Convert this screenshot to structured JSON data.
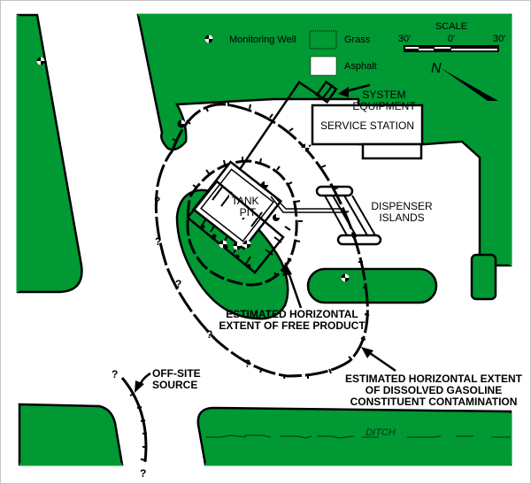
{
  "map": {
    "type": "site-plan",
    "colors": {
      "grass": "#009933",
      "asphalt": "#ffffff",
      "outline": "#000000",
      "border": "#888888"
    },
    "legend": {
      "items": [
        {
          "label": "Monitoring Well",
          "icon": "monitoring-well-icon"
        },
        {
          "label": "Grass",
          "icon": "grass-swatch"
        },
        {
          "label": "Asphalt",
          "icon": "asphalt-swatch"
        }
      ],
      "scale": {
        "title": "SCALE",
        "ticks": [
          "30'",
          "0'",
          "30'"
        ]
      },
      "north_label": "N"
    },
    "labels": {
      "system_equipment": [
        "SYSTEM",
        "EQUIPMENT"
      ],
      "service_station": "SERVICE STATION",
      "tank_pit": [
        "TANK",
        "PIT"
      ],
      "dispenser_islands": [
        "DISPENSER",
        "ISLANDS"
      ],
      "free_product": [
        "ESTIMATED HORIZONTAL",
        "EXTENT OF FREE PRODUCT"
      ],
      "dissolved": [
        "ESTIMATED HORIZONTAL EXTENT",
        "OF DISSOLVED GASOLINE",
        "CONSTITUENT CONTAMINATION"
      ],
      "off_site": [
        "OFF-SITE",
        "SOURCE"
      ],
      "ditch": "DITCH",
      "uncertain_marker": "?"
    }
  }
}
